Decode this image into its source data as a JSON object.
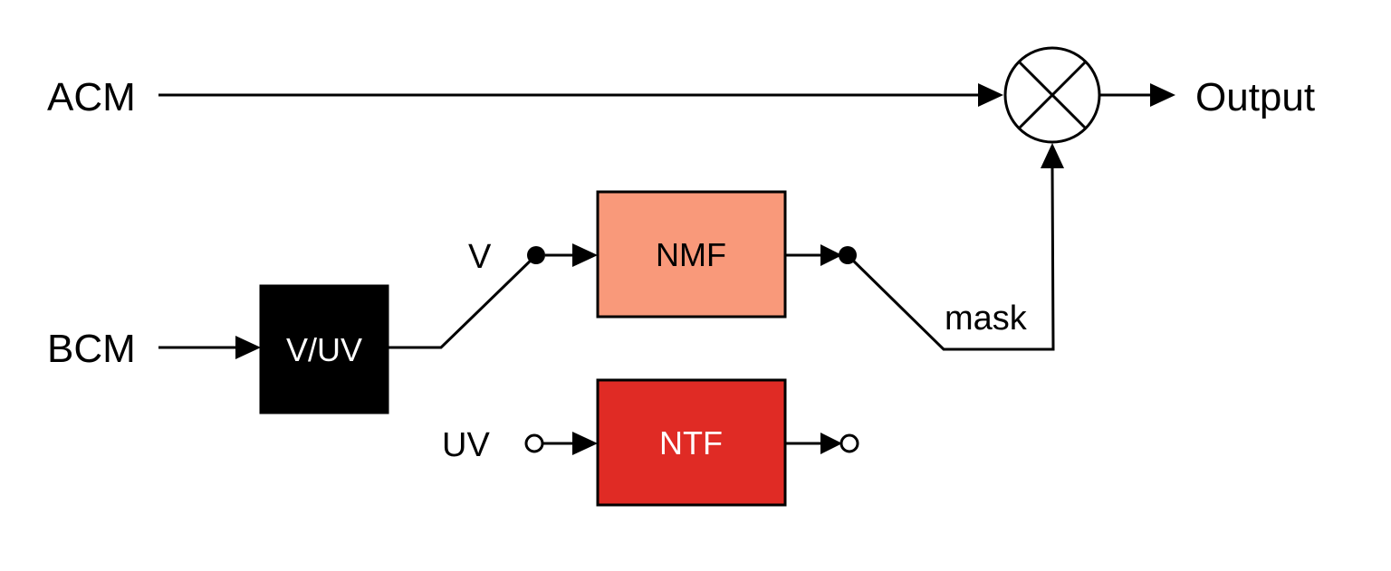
{
  "inputs": {
    "acm": "ACM",
    "bcm": "BCM"
  },
  "output": "Output",
  "blocks": {
    "vuv": {
      "label": "V/UV",
      "color": "#000000",
      "text_color": "#ffffff"
    },
    "nmf": {
      "label": "NMF",
      "color": "#f9997a",
      "text_color": "#000000"
    },
    "ntf": {
      "label": "NTF",
      "color": "#e02b25",
      "text_color": "#ffffff"
    }
  },
  "branches": {
    "voiced": "V",
    "unvoiced": "UV"
  },
  "signals": {
    "mask": "mask"
  },
  "multiplier_symbol": "multiply-circle-icon"
}
